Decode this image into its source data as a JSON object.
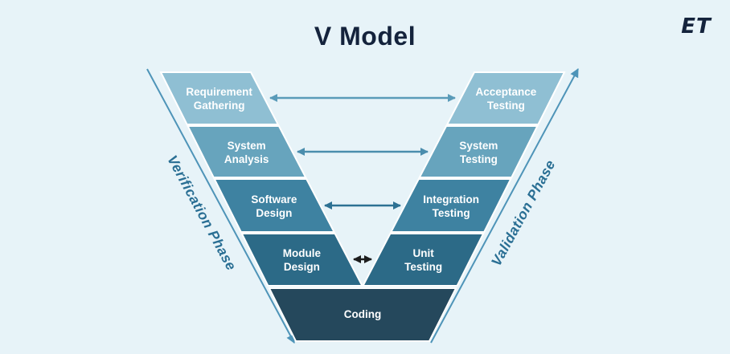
{
  "page": {
    "title": "V Model",
    "logo_text": "ET"
  },
  "colors": {
    "background": "#e7f3f8",
    "title": "#14233c",
    "logo": "#14233c",
    "step_text": "#ffffff",
    "phase_label": "#2a6f94"
  },
  "phase_labels": {
    "left": "Verification Phase",
    "right": "Validation Phase"
  },
  "left_steps": [
    {
      "line1": "Requirement",
      "line2": "Gathering",
      "color": "#8fbfd3"
    },
    {
      "line1": "System",
      "line2": "Analysis",
      "color": "#67a4bd"
    },
    {
      "line1": "Software",
      "line2": "Design",
      "color": "#3e82a1"
    },
    {
      "line1": "Module",
      "line2": "Design",
      "color": "#2c6a87"
    }
  ],
  "right_steps": [
    {
      "line1": "Acceptance",
      "line2": "Testing",
      "color": "#8fbfd3"
    },
    {
      "line1": "System",
      "line2": "Testing",
      "color": "#67a4bd"
    },
    {
      "line1": "Integration",
      "line2": "Testing",
      "color": "#3e82a1"
    },
    {
      "line1": "Unit",
      "line2": "Testing",
      "color": "#2c6a87"
    }
  ],
  "bottom_step": {
    "label": "Coding",
    "color": "#25485c"
  },
  "arrows": {
    "rows": [
      {
        "color": "#5a9bb9"
      },
      {
        "color": "#4a8dad"
      },
      {
        "color": "#2d7193"
      },
      {
        "color": "#1d1d1d"
      }
    ],
    "diagonal_color": "#4e94b8"
  }
}
